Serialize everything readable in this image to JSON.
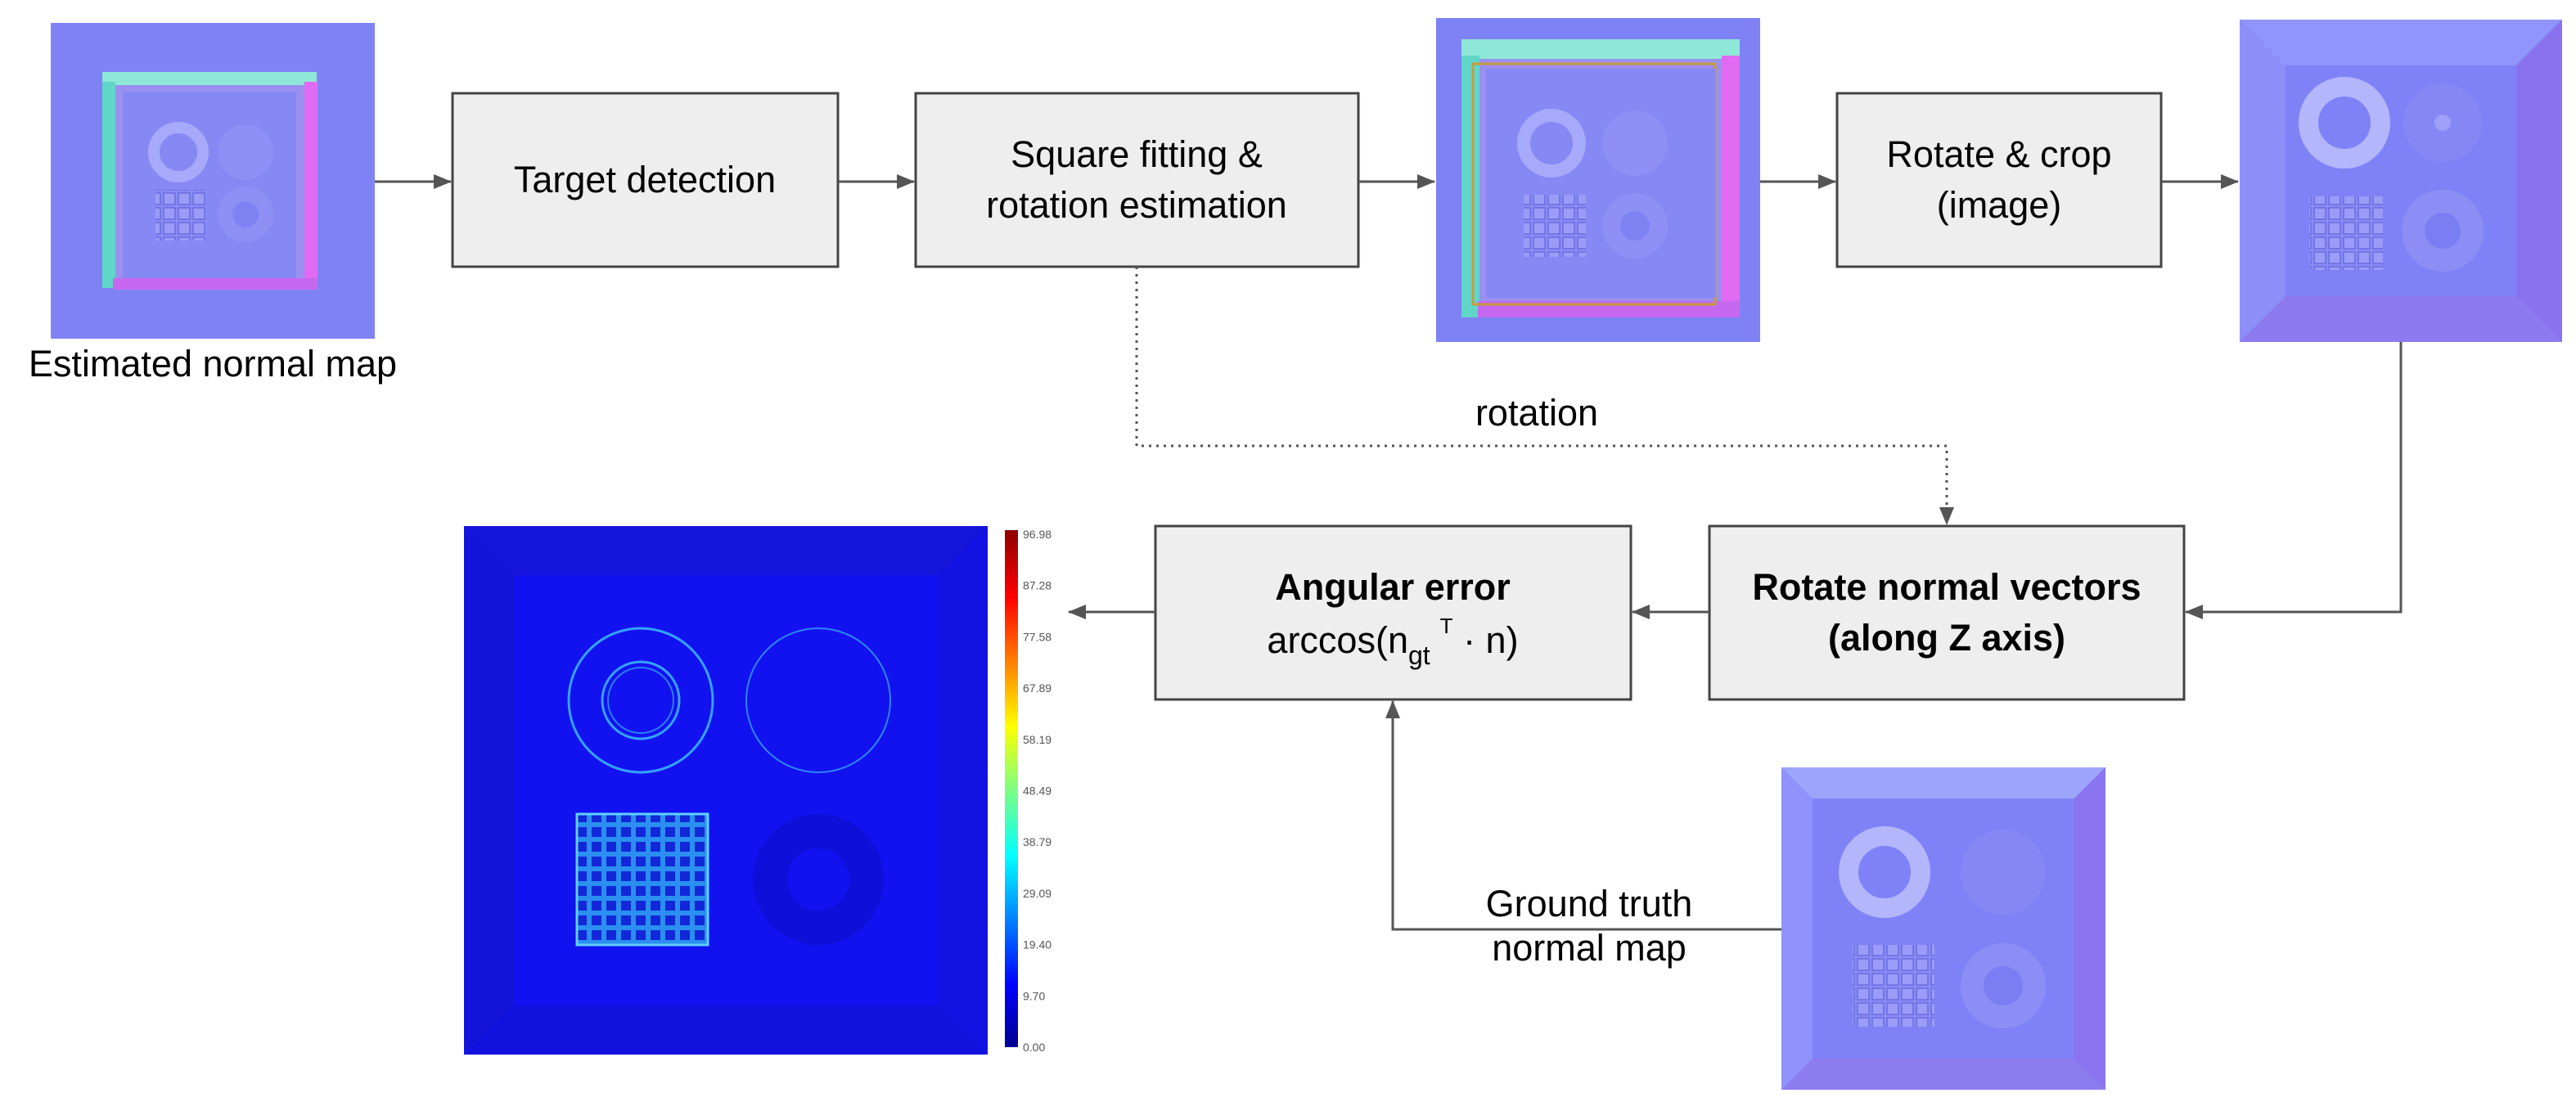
{
  "boxes": {
    "target_detection": "Target detection",
    "square_fitting_line1": "Square fitting &",
    "square_fitting_line2": "rotation estimation",
    "rotate_crop_line1": "Rotate & crop",
    "rotate_crop_line2": "(image)",
    "rotate_normals_line1": "Rotate normal vectors",
    "rotate_normals_line2": "(along Z axis)",
    "angular_error_title": "Angular error",
    "formula_prefix": "arccos(n",
    "formula_sub": "gt",
    "formula_sup": "T",
    "formula_suffix": " · n)"
  },
  "labels": {
    "estimated_normal_map": "Estimated normal map",
    "rotation": "rotation",
    "ground_truth_line1": "Ground truth",
    "ground_truth_line2": "normal map"
  },
  "colorbar": {
    "ticks": [
      "96.98",
      "87.28",
      "77.58",
      "67.89",
      "58.19",
      "48.49",
      "38.79",
      "29.09",
      "19.40",
      "9.70",
      "0.00"
    ]
  },
  "colors": {
    "normal_map_base": "#7d7ff8",
    "box_fill": "#eeeeee",
    "error_map_base": "#1010e6",
    "arrow": "#555555"
  }
}
